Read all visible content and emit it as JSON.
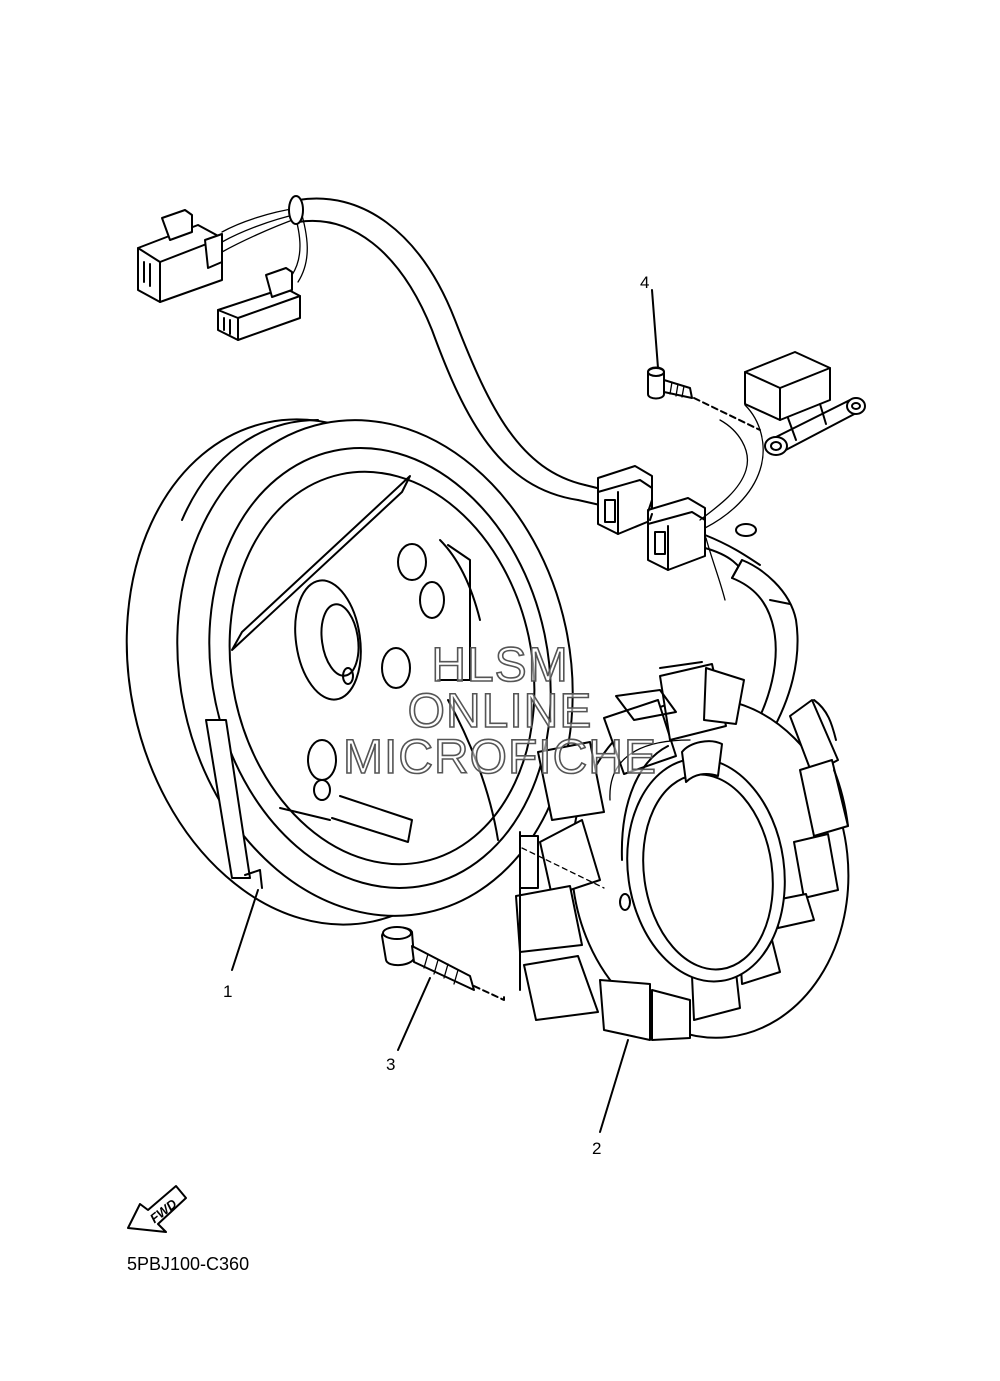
{
  "callouts": [
    {
      "id": "1",
      "label": "1"
    },
    {
      "id": "2",
      "label": "2"
    },
    {
      "id": "3",
      "label": "3"
    },
    {
      "id": "4",
      "label": "4"
    }
  ],
  "watermark": {
    "line1": "HLSM",
    "line2": "ONLINE",
    "line3": "MICROFICHE"
  },
  "fwd_badge": "FWD",
  "figure_code": "5PBJ100-C360",
  "colors": {
    "line": "#000000",
    "background": "#ffffff",
    "watermark_outline": "#555555"
  }
}
